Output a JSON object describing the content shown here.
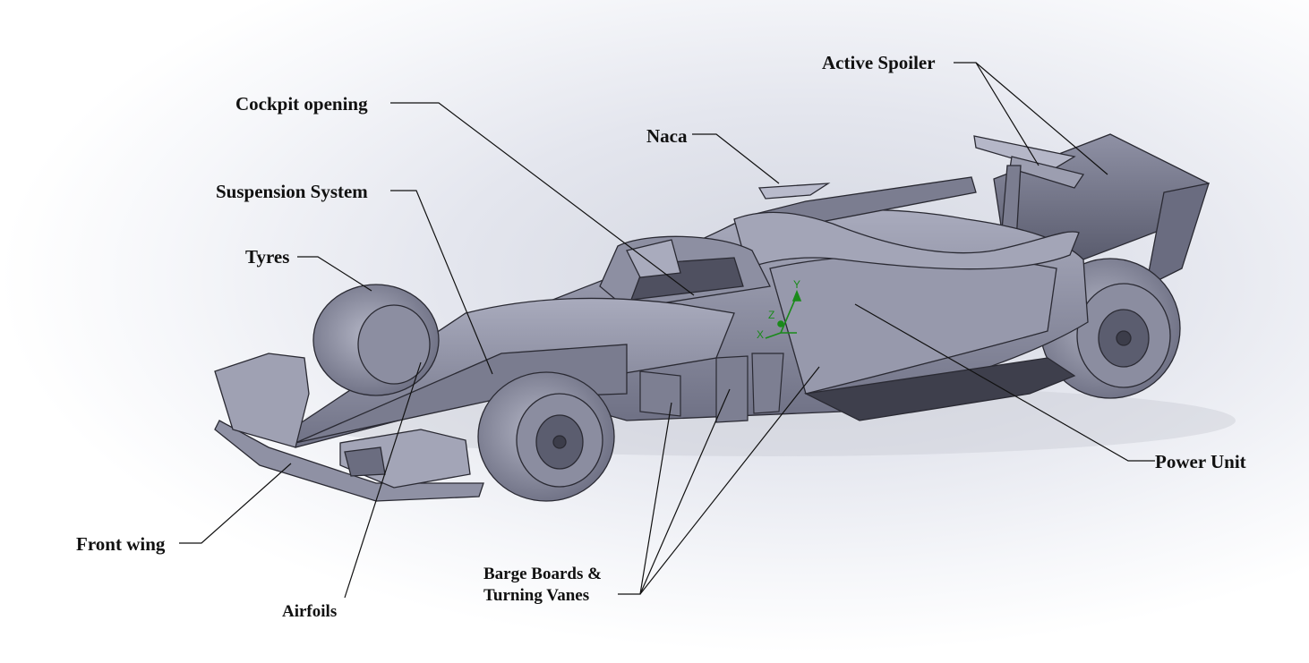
{
  "labels": {
    "active_spoiler": "Active Spoiler",
    "cockpit_opening": "Cockpit opening",
    "naca": "Naca",
    "suspension_system": "Suspension System",
    "tyres": "Tyres",
    "power_unit": "Power Unit",
    "front_wing": "Front wing",
    "airfoils": "Airfoils",
    "barge_boards_line1": "Barge Boards &",
    "barge_boards_line2": "Turning Vanes"
  },
  "triad": {
    "x": "X",
    "y": "Y",
    "z": "Z"
  },
  "colors": {
    "body": "#8c8ea3",
    "body_dark": "#5e6072",
    "edge": "#2a2a33",
    "triad": "#1a8a1a"
  }
}
